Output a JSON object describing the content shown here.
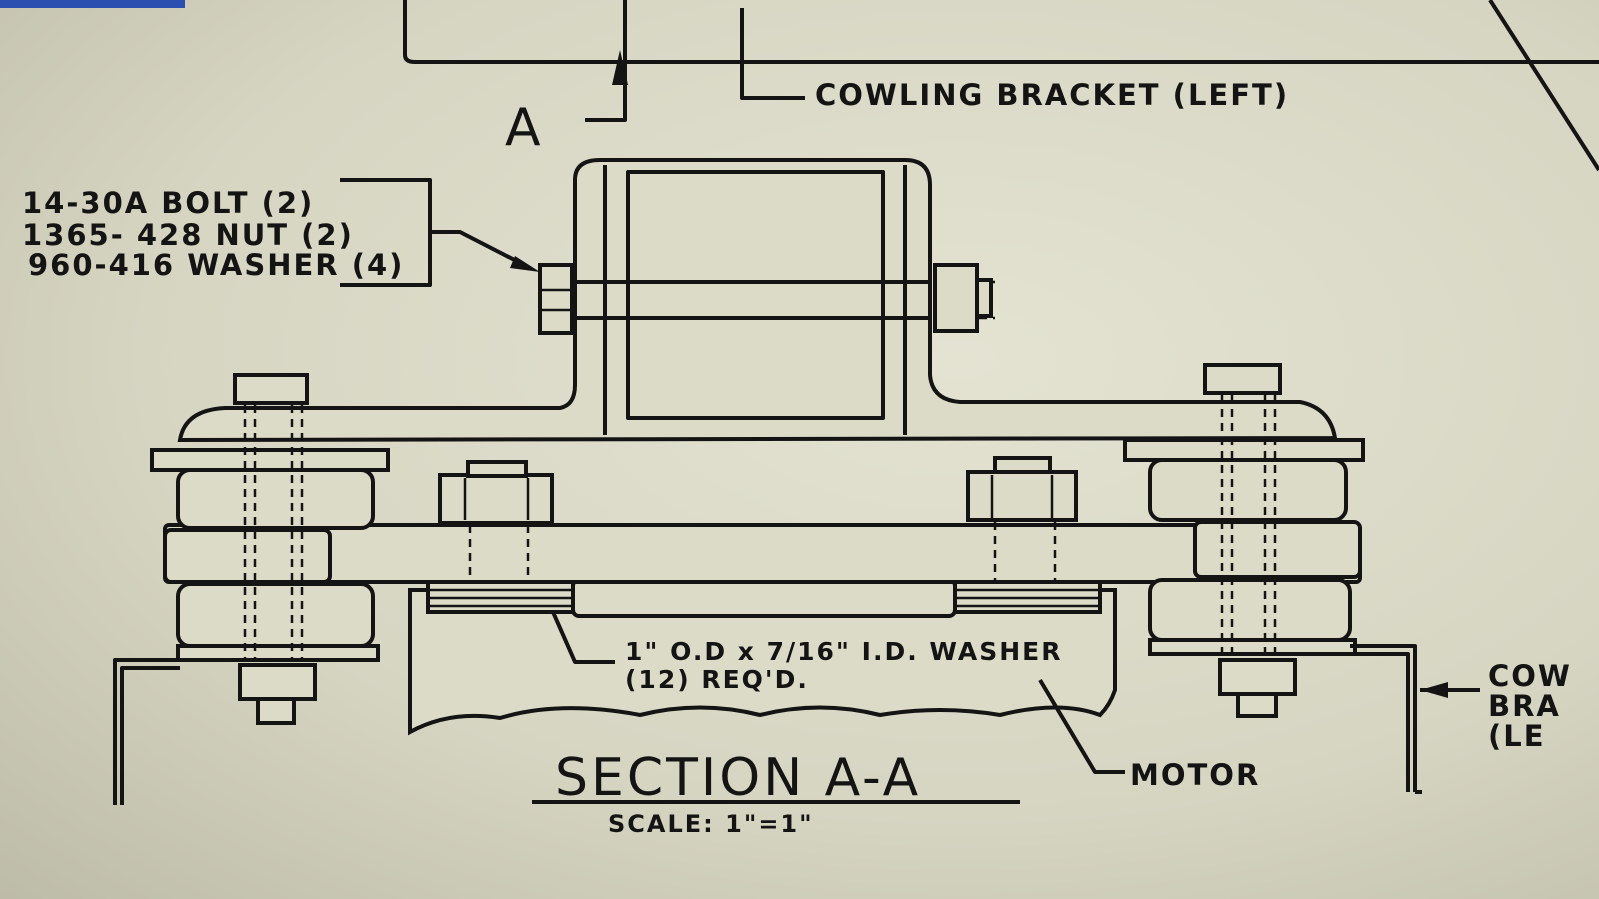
{
  "drawing": {
    "section_marker": "A",
    "cowling_bracket_left_label": "COWLING BRACKET (LEFT)",
    "fastener_labels": [
      "14-30A BOLT (2)",
      "1365- 428 NUT (2)",
      "960-416 WASHER (4)"
    ],
    "washer_label_line1": "1\" O.D x 7/16\" I.D. WASHER",
    "washer_label_line2": "(12) REQ'D.",
    "motor_label": "MOTOR",
    "section_title": "SECTION A-A",
    "scale_label": "SCALE: 1\"=1\"",
    "right_bracket_label_lines": [
      "COW",
      "BRA",
      "(LE"
    ]
  }
}
